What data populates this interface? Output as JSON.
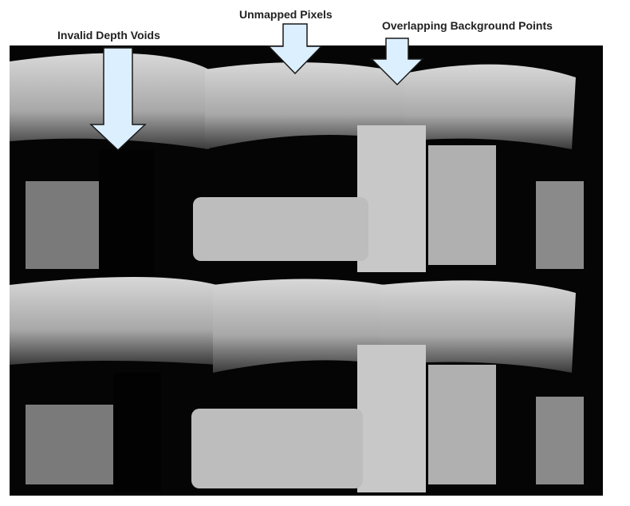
{
  "annotations": {
    "invalid_depth_voids": "Invalid Depth Voids",
    "unmapped_pixels": "Unmapped Pixels",
    "overlapping_background_points": "Overlapping Background Points"
  },
  "colors": {
    "arrow_fill": "#dcefff",
    "arrow_stroke": "#1a1a1a",
    "background": "#050505"
  }
}
